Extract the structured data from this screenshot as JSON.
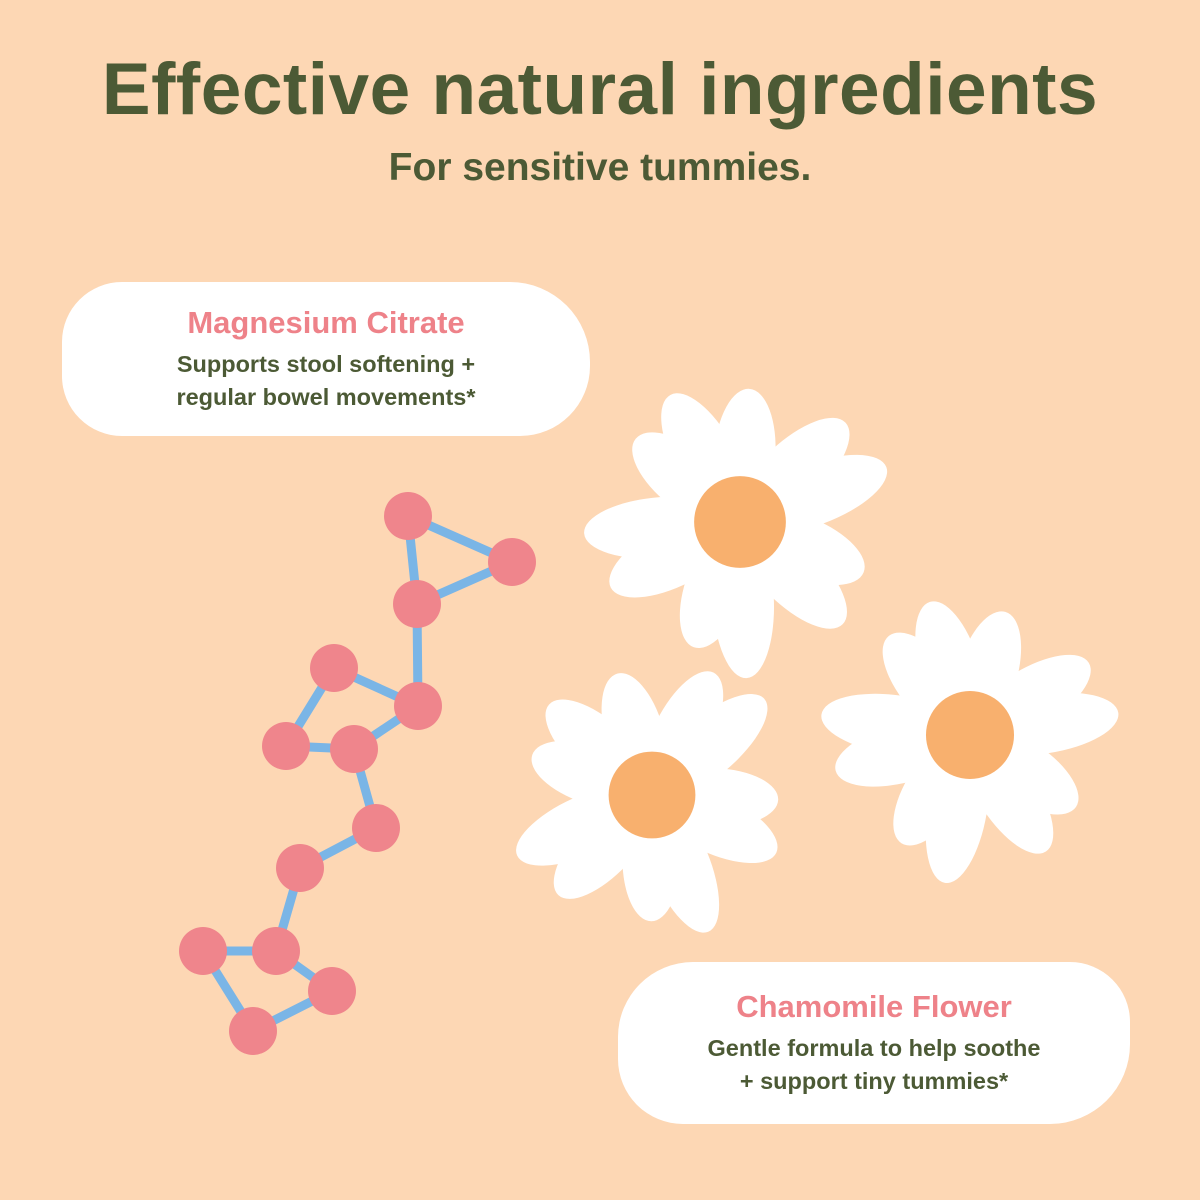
{
  "header": {
    "title": "Effective natural ingredients",
    "subtitle": "For sensitive tummies."
  },
  "ingredients": [
    {
      "name": "Magnesium Citrate",
      "description_lines": [
        "Supports stool softening +",
        "regular bowel movements*"
      ]
    },
    {
      "name": "Chamomile Flower",
      "description_lines": [
        "Gentle formula to help soothe",
        "+ support tiny tummies*"
      ]
    }
  ],
  "illustrations": {
    "molecule_icon": "molecule-icon",
    "flower_icon": "chamomile-flower-icon"
  },
  "colors": {
    "background": "#fdd7b4",
    "headline": "#4c5a35",
    "accent_pink": "#ee8289",
    "molecule_bond": "#7ab5e6",
    "molecule_atom": "#ef858c",
    "petal": "#ffffff",
    "flower_center": "#f8b06e"
  }
}
